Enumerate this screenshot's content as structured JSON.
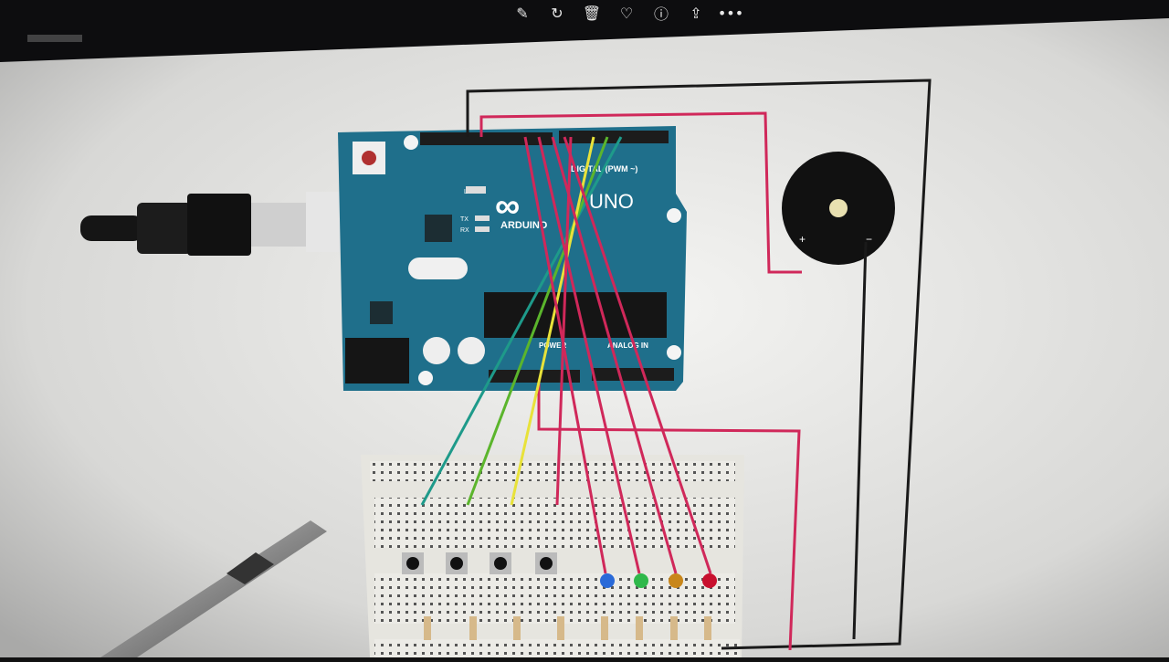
{
  "toolbar": {
    "icons": [
      {
        "name": "edit-icon",
        "glyph": "✎"
      },
      {
        "name": "rotate-icon",
        "glyph": "↻"
      },
      {
        "name": "delete-icon",
        "glyph": "🗑"
      },
      {
        "name": "favorite-icon",
        "glyph": "♡"
      },
      {
        "name": "info-icon",
        "glyph": "ⓘ"
      },
      {
        "name": "share-icon",
        "glyph": "⇪"
      },
      {
        "name": "more-icon",
        "glyph": "•••"
      }
    ]
  },
  "board": {
    "logo": "ARDUINO",
    "model": "UNO",
    "digital_label": "DIGITAL (PWM ~)",
    "power_label": "POWER",
    "analog_label": "ANALOG IN",
    "led_l": "L",
    "led_tx": "TX",
    "led_rx": "RX",
    "color": "#1f6f8b"
  },
  "buzzer": {
    "plus": "+",
    "minus": "−"
  },
  "leds": [
    {
      "color": "#2a6ad8"
    },
    {
      "color": "#2fb84a"
    },
    {
      "color": "#c8861a"
    },
    {
      "color": "#c8102e"
    }
  ],
  "wire_colors": {
    "black": "#1a1a1a",
    "red": "#d0285a",
    "teal": "#1e9a8a",
    "green": "#5bb52c",
    "yellow": "#e8e23a"
  }
}
